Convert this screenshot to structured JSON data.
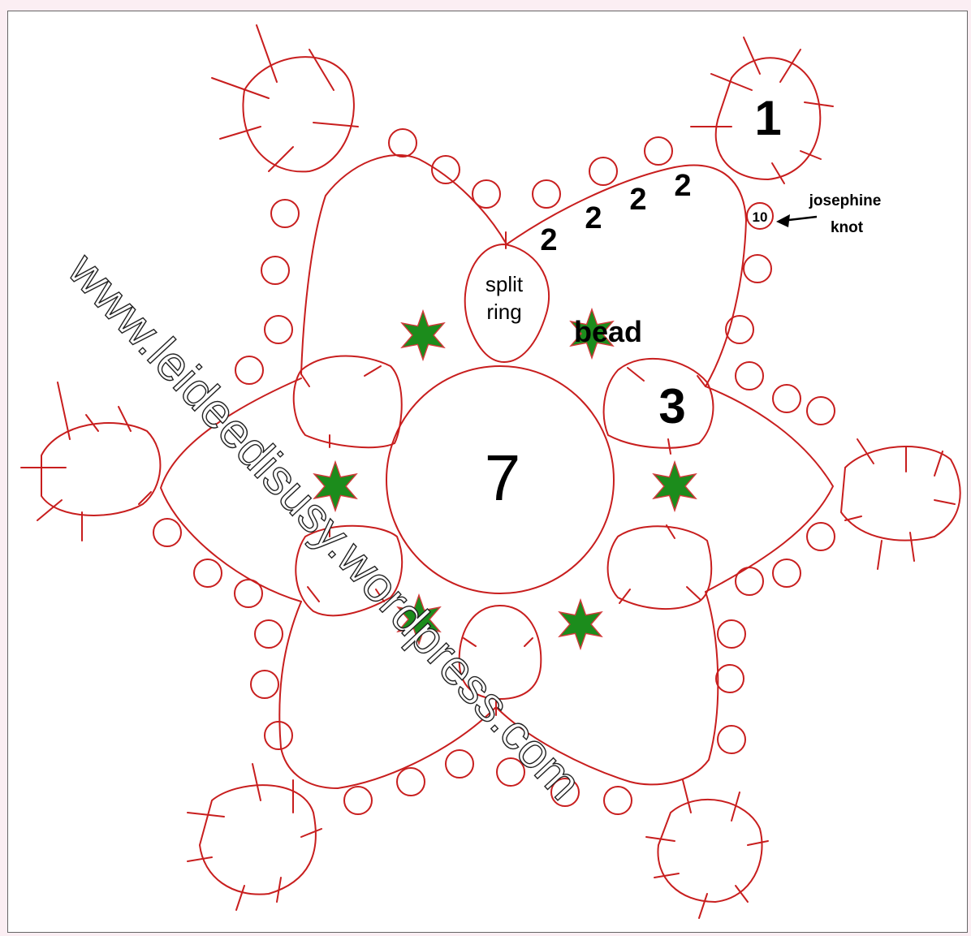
{
  "labels": {
    "ring_1": "1",
    "chain_2": "2",
    "ring_3": "3",
    "center_7": "7",
    "josephine_10": "10",
    "josephine_line1": "josephine",
    "josephine_line2": "knot",
    "split_line1": "split",
    "split_line2": "ring",
    "bead": "bead"
  },
  "watermark": "www.leideedisusy.wordpress.com",
  "colors": {
    "thread": "#c81e1e",
    "bead": "#1c8c1c",
    "background": "#fbeef3"
  }
}
